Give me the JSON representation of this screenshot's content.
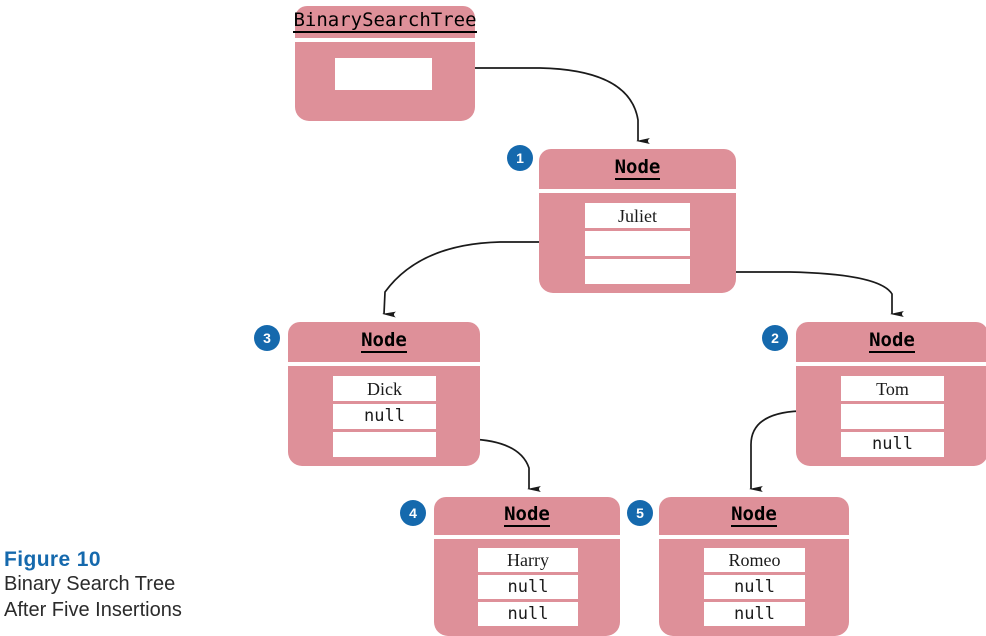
{
  "figure": {
    "number_label": "Figure 10",
    "caption_line1": "Binary Search Tree",
    "caption_line2": "After Five Insertions",
    "accent_color": "#1569AD",
    "box_fill_color": "#DE9099",
    "field_fill_color": "#FFFFFF",
    "line_color": "#1a1a1a"
  },
  "nodes": {
    "bst": {
      "title": "BinarySearchTree",
      "badge": "",
      "fields": [
        {
          "value": "",
          "kind": "pointer"
        }
      ]
    },
    "juliet": {
      "title": "Node",
      "badge": "1",
      "fields": [
        {
          "value": "Juliet",
          "kind": "data"
        },
        {
          "value": "",
          "kind": "pointer"
        },
        {
          "value": "",
          "kind": "pointer"
        }
      ]
    },
    "dick": {
      "title": "Node",
      "badge": "3",
      "fields": [
        {
          "value": "Dick",
          "kind": "data"
        },
        {
          "value": "null",
          "kind": "null"
        },
        {
          "value": "",
          "kind": "pointer"
        }
      ]
    },
    "tom": {
      "title": "Node",
      "badge": "2",
      "fields": [
        {
          "value": "Tom",
          "kind": "data"
        },
        {
          "value": "",
          "kind": "pointer"
        },
        {
          "value": "null",
          "kind": "null"
        }
      ]
    },
    "harry": {
      "title": "Node",
      "badge": "4",
      "fields": [
        {
          "value": "Harry",
          "kind": "data"
        },
        {
          "value": "null",
          "kind": "null"
        },
        {
          "value": "null",
          "kind": "null"
        }
      ]
    },
    "romeo": {
      "title": "Node",
      "badge": "5",
      "fields": [
        {
          "value": "Romeo",
          "kind": "data"
        },
        {
          "value": "null",
          "kind": "null"
        },
        {
          "value": "null",
          "kind": "null"
        }
      ]
    }
  }
}
